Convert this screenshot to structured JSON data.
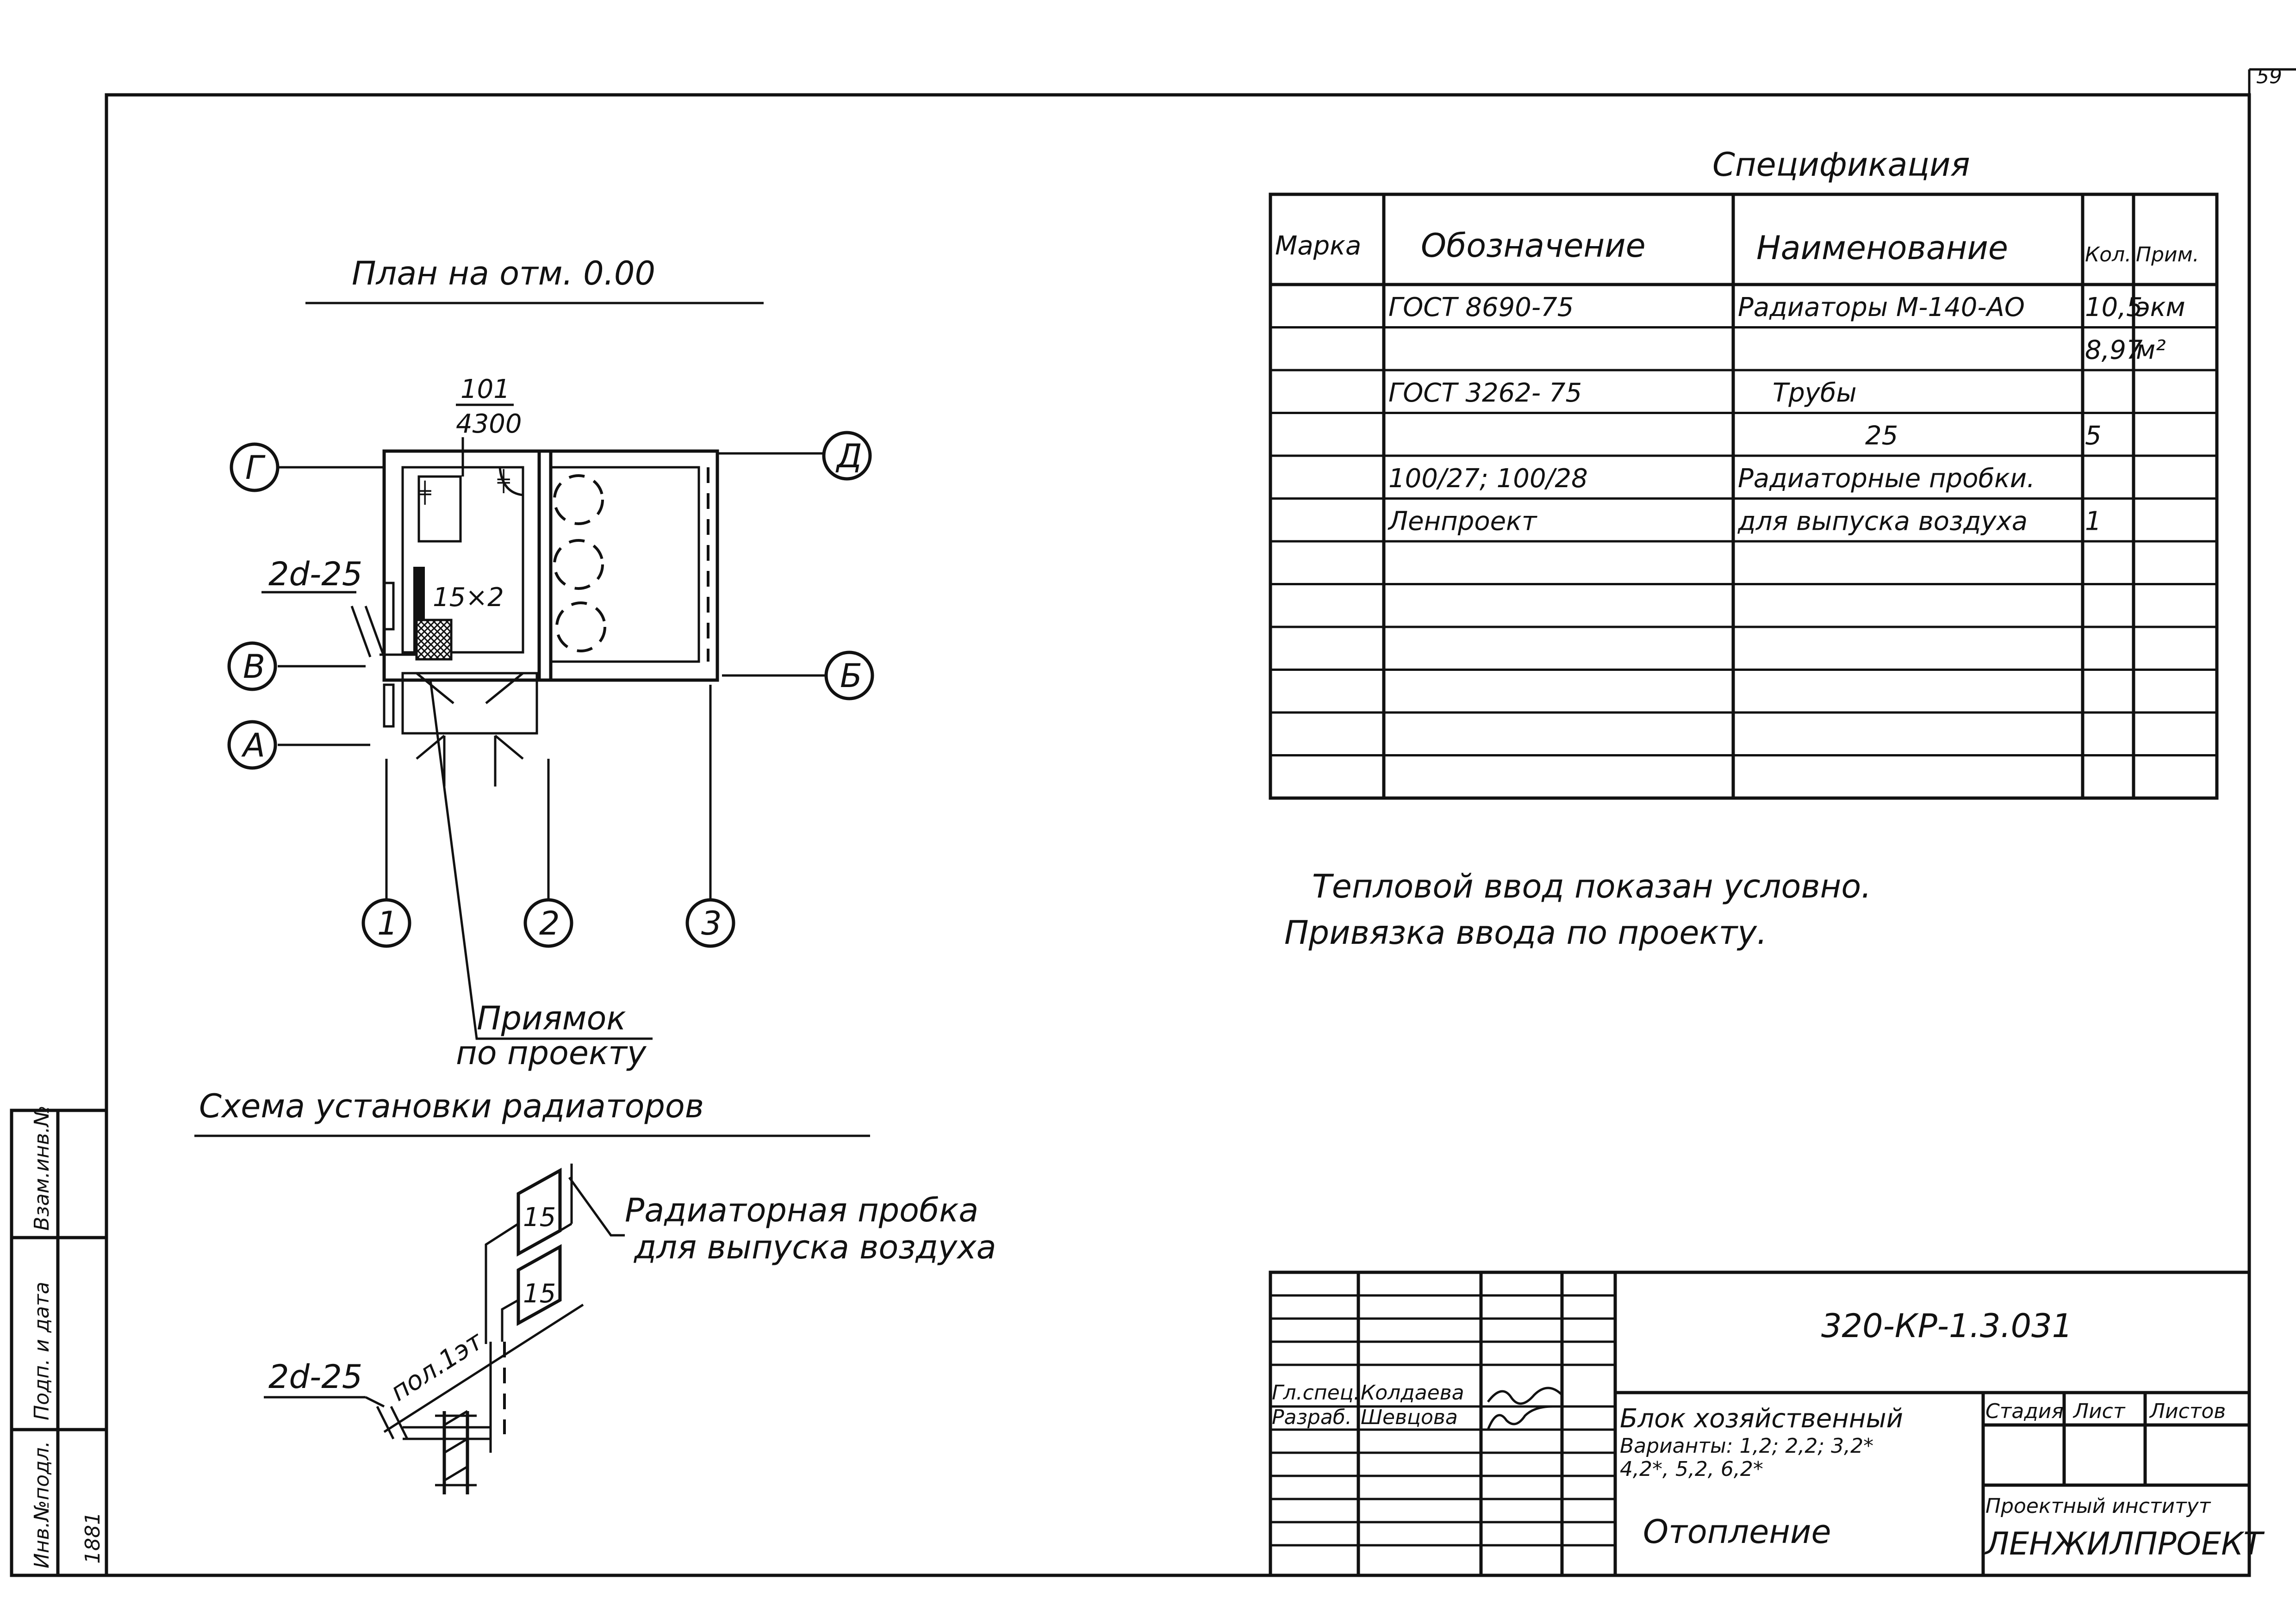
{
  "sheet_number": "59",
  "plan": {
    "title": "План на отм. 0.00",
    "room_number": "101",
    "room_area": "4300",
    "axes_letters": [
      "Г",
      "В",
      "А",
      "Д",
      "Б"
    ],
    "axes_numbers": [
      "1",
      "2",
      "3"
    ],
    "pipe_label": "2d-25",
    "radiator_label": "15×2",
    "pit_label_line1": "Приямок",
    "pit_label_line2": "по проекту"
  },
  "scheme": {
    "title": "Схема установки радиаторов",
    "radiator_top": "15",
    "radiator_bottom": "15",
    "plug_label_line1": "Радиаторная пробка",
    "plug_label_line2": "для выпуска воздуха",
    "floor_label": "пол.1эт",
    "pipe_label": "2d-25"
  },
  "spec": {
    "title": "Спецификация",
    "headers": [
      "Марка",
      "Обозначение",
      "Наименование",
      "Кол.",
      "Прим."
    ],
    "rows": [
      [
        "",
        "ГОСТ 8690-75",
        "Радиаторы М-140-АО",
        "10,5",
        "экм"
      ],
      [
        "",
        "",
        "",
        "8,97",
        "м²"
      ],
      [
        "",
        "ГОСТ 3262- 75",
        "Трубы",
        "",
        ""
      ],
      [
        "",
        "",
        "25",
        "5",
        ""
      ],
      [
        "",
        "100/27;   100/28",
        "Радиаторные пробки.",
        "",
        ""
      ],
      [
        "",
        "Ленпроект",
        "для выпуска воздуха",
        "1",
        ""
      ],
      [
        "",
        "",
        "",
        "",
        ""
      ],
      [
        "",
        "",
        "",
        "",
        ""
      ],
      [
        "",
        "",
        "",
        "",
        ""
      ],
      [
        "",
        "",
        "",
        "",
        ""
      ],
      [
        "",
        "",
        "",
        "",
        ""
      ],
      [
        "",
        "",
        "",
        "",
        ""
      ]
    ]
  },
  "notes": {
    "line1": "Тепловой ввод показан условно.",
    "line2": "Привязка ввода по проекту."
  },
  "side_stamp": {
    "col1": "Инв.№подл.",
    "col2": "Подп. и дата",
    "col3": "Взам.инв.№",
    "inv_value": "1881"
  },
  "title_block": {
    "code": "320-КР-1.3.031",
    "role1": "Гл.спец.",
    "name1": "Колдаева",
    "role2": "Разраб.",
    "name2": "Шевцова",
    "object_line1": "Блок хозяйственный",
    "object_line2": "Варианты: 1,2; 2,2; 3,2*",
    "object_line3": "4,2*, 5,2, 6,2*",
    "stage_header": "Стадия",
    "sheet_header": "Лист",
    "sheets_header": "Листов",
    "drawing_name": "Отопление",
    "org_line1": "Проектный институт",
    "org_line2": "ЛЕНЖИЛПРОЕКТ"
  }
}
